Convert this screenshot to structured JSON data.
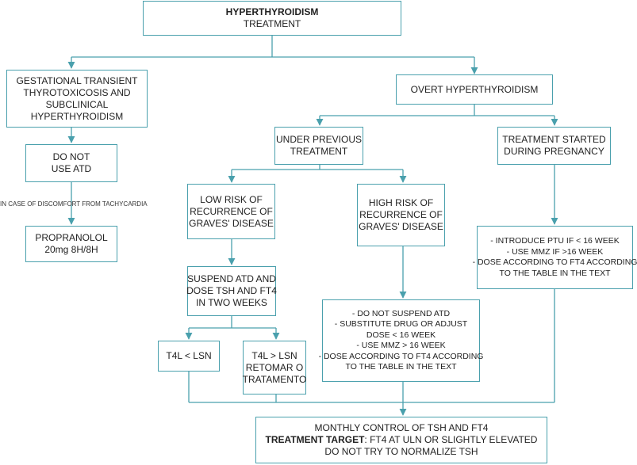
{
  "diagram": {
    "root": {
      "title": "HYPERTHYROIDISM",
      "subtitle": "TREATMENT"
    },
    "gestational": {
      "lines": [
        "GESTATIONAL TRANSIENT",
        "THYROTOXICOSIS AND",
        "SUBCLINICAL",
        "HYPERTHYROIDISM"
      ]
    },
    "overt": {
      "label": "OVERT HYPERTHYROIDISM"
    },
    "do_not_use_atd": {
      "lines": [
        "DO NOT",
        "USE ATD"
      ]
    },
    "tachycardia_note": "IN CASE OF DISCOMFORT FROM TACHYCARDIA",
    "propranolol": {
      "lines": [
        "PROPRANOLOL",
        "20mg 8H/8H"
      ]
    },
    "under_previous": {
      "lines": [
        "UNDER PREVIOUS",
        "TREATMENT"
      ]
    },
    "started_pregnancy": {
      "lines": [
        "TREATMENT STARTED",
        "DURING PREGNANCY"
      ]
    },
    "low_risk": {
      "lines": [
        "LOW RISK OF",
        "RECURRENCE OF",
        "GRAVES' DISEASE"
      ]
    },
    "high_risk": {
      "lines": [
        "HIGH RISK OF",
        "RECURRENCE OF",
        "GRAVES' DISEASE"
      ]
    },
    "pregnancy_steps": {
      "lines": [
        "-  INTRODUCE PTU IF  < 16 WEEK",
        "-  USE MMZ IF >16 WEEK",
        "-  DOSE ACCORDING TO FT4 ACCORDING",
        "TO THE TABLE IN THE TEXT"
      ]
    },
    "suspend_atd": {
      "lines": [
        "SUSPEND ATD AND",
        "DOSE TSH AND FT4",
        "IN TWO WEEKS"
      ]
    },
    "high_risk_steps": {
      "lines": [
        "-  DO NOT SUSPEND ATD",
        "-  SUBSTITUTE DRUG OR ADJUST",
        "DOSE < 16 WEEK",
        "-  USE MMZ > 16 WEEK",
        "-  DOSE ACCORDING TO FT4 ACCORDING",
        "TO THE TABLE IN THE TEXT"
      ]
    },
    "t4l_low": {
      "label": "T4L < LSN"
    },
    "t4l_high": {
      "lines": [
        "T4L > LSN",
        "RETOMAR O",
        "TRATAMENTO"
      ]
    },
    "monthly": {
      "line1": "MONTHLY CONTROL OF TSH AND FT4",
      "target_label": "TREATMENT TARGET",
      "target_text": ": FT4 AT ULN OR SLIGHTLY ELEVATED",
      "line3": "DO NOT TRY TO NORMALIZE TSH"
    },
    "colors": {
      "line": "#4aa0ad",
      "text": "#222222"
    }
  }
}
